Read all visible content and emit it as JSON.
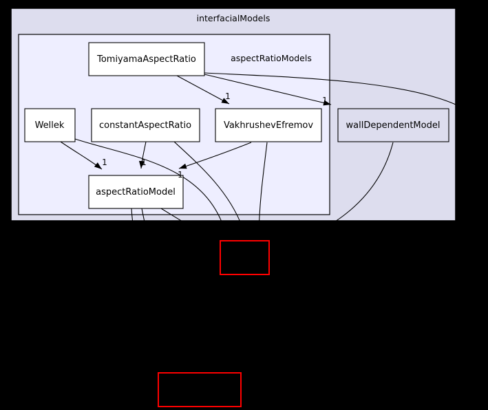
{
  "diagram": {
    "outer_cluster": {
      "label": "interfacialModels"
    },
    "inner_cluster": {
      "label": "aspectRatioModels"
    },
    "nodes": {
      "tomiyama": {
        "label": "TomiyamaAspectRatio"
      },
      "wellek": {
        "label": "Wellek"
      },
      "constant": {
        "label": "constantAspectRatio"
      },
      "vakhrushev": {
        "label": "VakhrushevEfremov"
      },
      "wall": {
        "label": "wallDependentModel"
      },
      "aspect": {
        "label": "aspectRatioModel"
      }
    },
    "edge_labels": [
      "1",
      "1",
      "1",
      "1",
      "1"
    ],
    "colors": {
      "background": "#000000",
      "outer_cluster_fill": "#ddddee",
      "inner_cluster_fill": "#eeeeff",
      "node_fill": "#ffffff",
      "external_node_fill": "#ddddee",
      "border": "#000000",
      "unlabeled_node_border": "#ff0000",
      "text": "#000000"
    }
  }
}
